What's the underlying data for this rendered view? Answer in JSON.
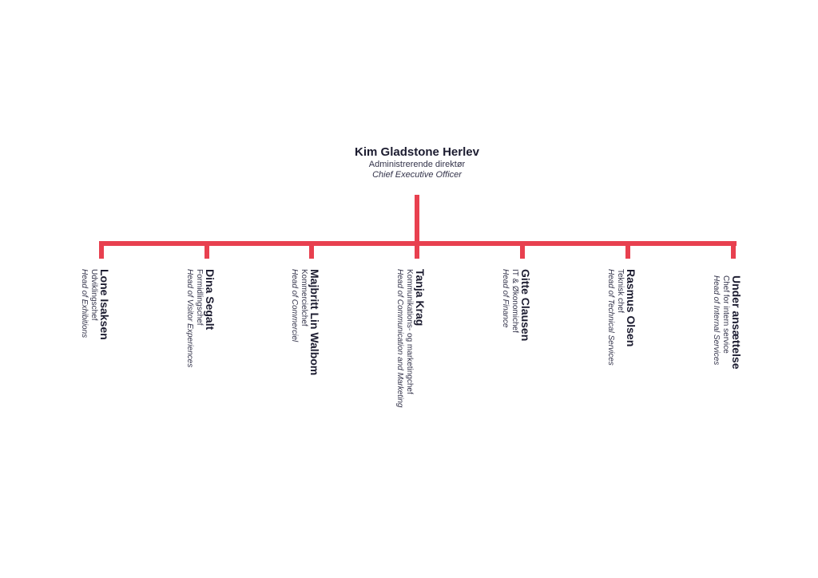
{
  "colors": {
    "accent": "#e8404f",
    "text": "#1c1c30"
  },
  "ceo": {
    "name": "Kim Gladstone Herlev",
    "title_da": "Administrerende direktør",
    "title_en": "Chief Executive Officer"
  },
  "reports": [
    {
      "name": "Lone Isaksen",
      "title_da": "Udviklingschef",
      "title_en": "Head of Exhibitions"
    },
    {
      "name": "Dina Segalt",
      "title_da": "Formidlingschef",
      "title_en": "Head of Visitor Experiences"
    },
    {
      "name": "Majbritt Lin Walbom",
      "title_da": "Kommercielchef",
      "title_en": "Head of Commerciel"
    },
    {
      "name": "Tanja Krag",
      "title_da": "Kommunikations- og marketingchef",
      "title_en": "Head of Communication and Marketing"
    },
    {
      "name": "Gitte Clausen",
      "title_da": "IT & Økonomichef",
      "title_en": "Head of Finance"
    },
    {
      "name": "Rasmus Olsen",
      "title_da": "Teknisk chef",
      "title_en": "Head of Technical Services"
    },
    {
      "name": "Under ansættelse",
      "title_da": "Chef for intern service",
      "title_en": "Head of Internal Services"
    }
  ]
}
